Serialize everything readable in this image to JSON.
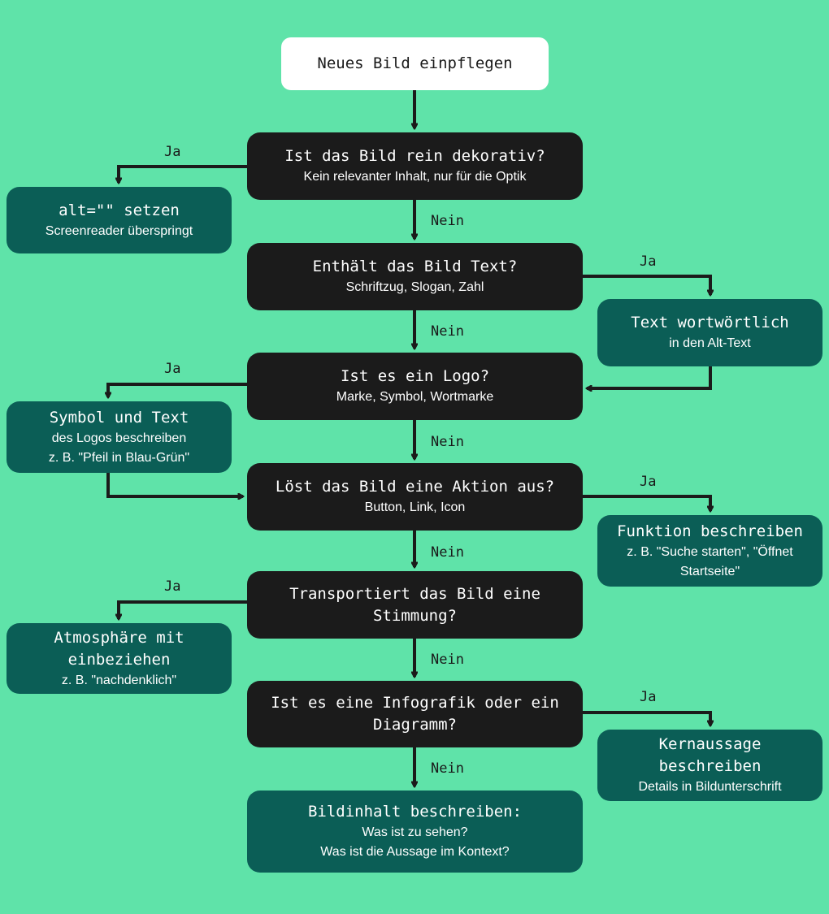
{
  "colors": {
    "background": "#5fe3a9",
    "question": "#1b1b1b",
    "answer": "#0b5e56",
    "start": "#ffffff",
    "line": "#1b1b1b"
  },
  "start": {
    "title": "Neues Bild einpflegen"
  },
  "questions": [
    {
      "title": "Ist das Bild rein dekorativ?",
      "subtitle": "Kein relevanter Inhalt, nur für die Optik"
    },
    {
      "title": "Enthält das Bild Text?",
      "subtitle": "Schriftzug, Slogan, Zahl"
    },
    {
      "title": "Ist es ein Logo?",
      "subtitle": "Marke, Symbol, Wortmarke"
    },
    {
      "title": "Löst das Bild eine Aktion aus?",
      "subtitle": "Button, Link, Icon"
    },
    {
      "title": "Transportiert das Bild eine\nStimmung?",
      "subtitle": ""
    },
    {
      "title": "Ist es eine Infografik oder ein\nDiagramm?",
      "subtitle": ""
    }
  ],
  "answers": [
    {
      "title": "alt=\"\" setzen",
      "subtitle": "Screenreader überspringt"
    },
    {
      "title": "Text wortwörtlich",
      "subtitle": "in den Alt-Text"
    },
    {
      "title": "Symbol und Text",
      "subtitle": "des Logos beschreiben\nz. B. \"Pfeil in Blau-Grün\""
    },
    {
      "title": "Funktion beschreiben",
      "subtitle": "z. B. \"Suche starten\", \"Öffnet\nStartseite\""
    },
    {
      "title": "Atmosphäre mit\neinbeziehen",
      "subtitle": "z. B. \"nachdenklich\""
    },
    {
      "title": "Kernaussage\nbeschreiben",
      "subtitle": "Details in Bildunterschrift"
    },
    {
      "title": "Bildinhalt beschreiben:",
      "subtitle": "Was ist zu sehen?\nWas ist die Aussage im Kontext?"
    }
  ],
  "labels": {
    "yes": "Ja",
    "no": "Nein"
  }
}
